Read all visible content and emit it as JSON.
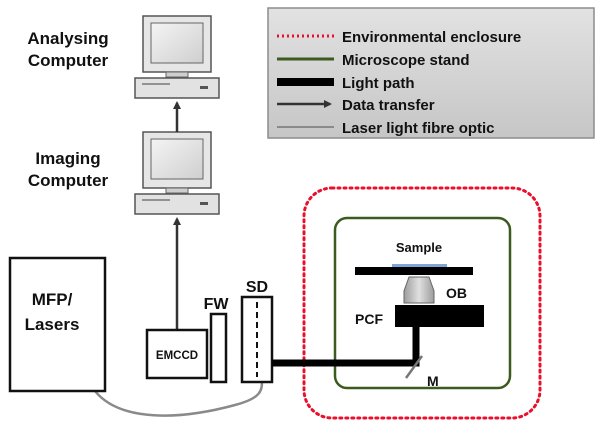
{
  "labels": {
    "analysing_computer": [
      "Analysing",
      "Computer"
    ],
    "imaging_computer": [
      "Imaging",
      "Computer"
    ],
    "mfp_lasers": [
      "MFP/",
      "Lasers"
    ],
    "emccd": "EMCCD",
    "fw": "FW",
    "sd": "SD",
    "sample": "Sample",
    "ob": "OB",
    "pcf": "PCF",
    "m": "M"
  },
  "legend": [
    {
      "label": "Environmental enclosure",
      "style": "dotted-red"
    },
    {
      "label": "Microscope stand",
      "style": "green-line"
    },
    {
      "label": "Light path",
      "style": "thick-black"
    },
    {
      "label": "Data transfer",
      "style": "arrow"
    },
    {
      "label": "Laser light fibre optic",
      "style": "thin-gray"
    }
  ],
  "colors": {
    "enclosure": "#e8112d",
    "stand": "#3d5a1f",
    "light_path": "#000000",
    "data_transfer": "#333333",
    "fibre": "#8a8a8a",
    "legend_bg": "#d4d4d4",
    "sample_slide": "#7fa7d6",
    "objective": "#bdbdbd"
  }
}
